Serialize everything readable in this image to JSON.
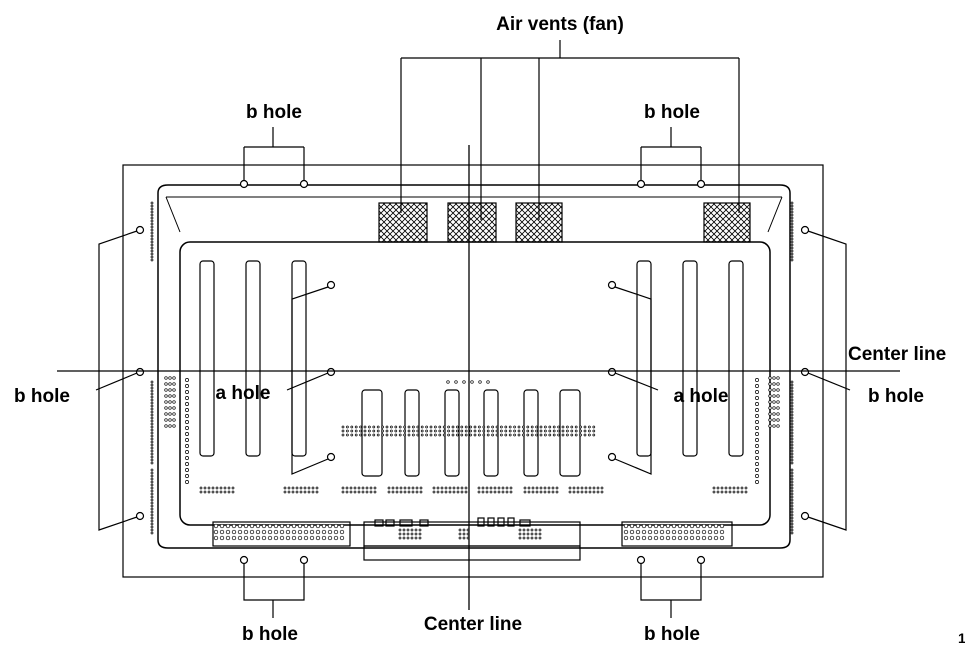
{
  "labels": {
    "air_vents": "Air vents (fan)",
    "b_hole": "b hole",
    "a_hole": "a hole",
    "center_line": "Center line"
  },
  "page_number": "1"
}
